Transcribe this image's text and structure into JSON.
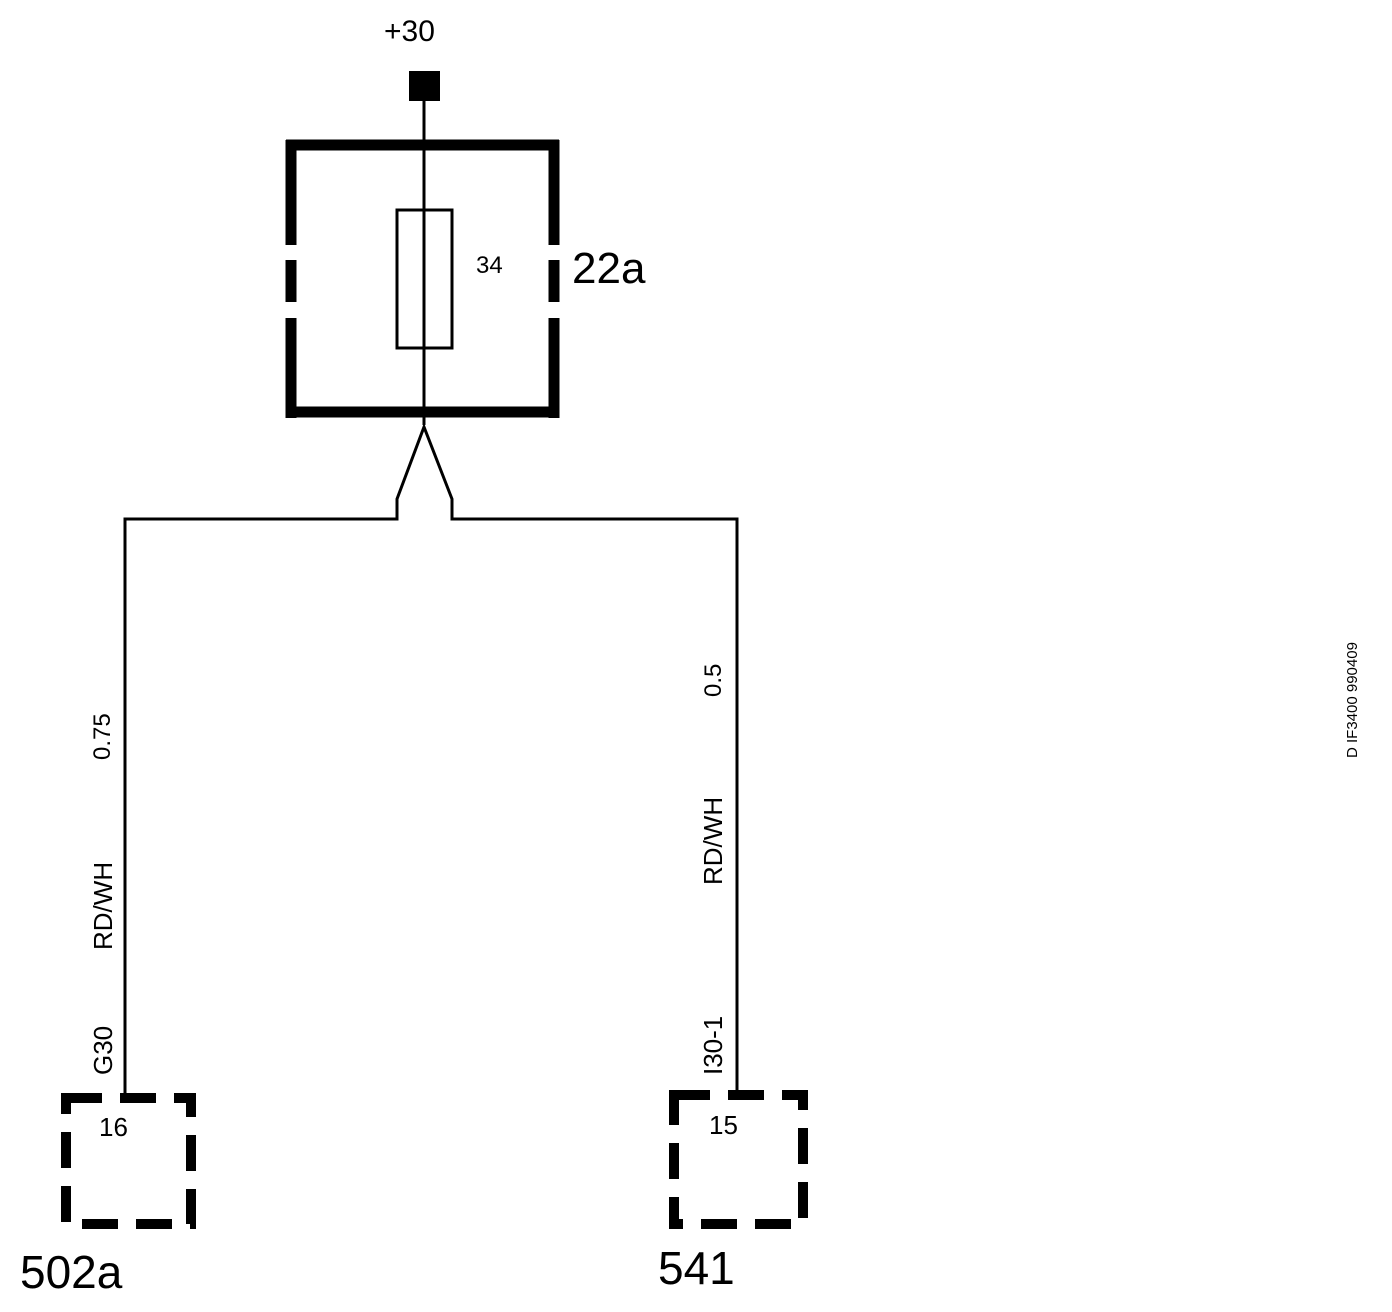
{
  "supply": {
    "label": "+30"
  },
  "fuse_box": {
    "id": "22a",
    "fuse_number": "34"
  },
  "wires": {
    "left": {
      "size": "0.75",
      "color_code": "RD/WH",
      "circuit": "G30"
    },
    "right": {
      "size": "0.5",
      "color_code": "RD/WH",
      "circuit": "I30-1"
    }
  },
  "connectors": {
    "left": {
      "id": "502a",
      "pin": "16"
    },
    "right": {
      "id": "541",
      "pin": "15"
    }
  },
  "drawing_ref": "D IF3400 990409"
}
